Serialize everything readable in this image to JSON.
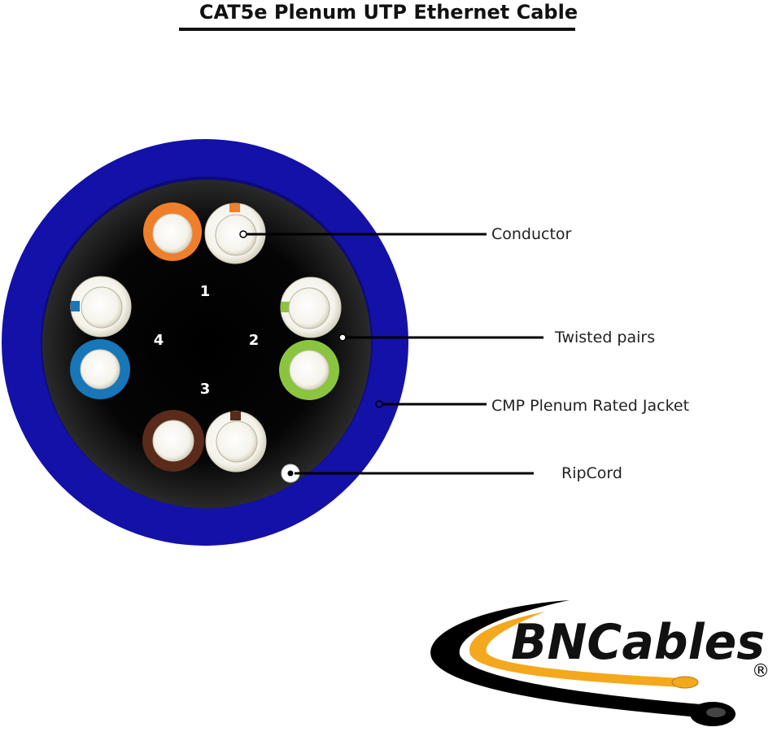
{
  "title": "CAT5e Plenum UTP Ethernet Cable",
  "pair_numbers": [
    "1",
    "2",
    "3",
    "4"
  ],
  "callouts": {
    "conductor": "Conductor",
    "twisted_pairs": "Twisted pairs",
    "jacket": "CMP Plenum Rated Jacket",
    "ripcord": "RipCord"
  },
  "colors": {
    "jacket": "#1411a8",
    "core": "#0a0a0a",
    "orange": "#ef7f2a",
    "green": "#8bc53f",
    "blue": "#1777b8",
    "brown": "#5a2a1a",
    "logo_yellow": "#f4a81d"
  },
  "logo": {
    "brand": "BNCables",
    "registered": "®"
  }
}
